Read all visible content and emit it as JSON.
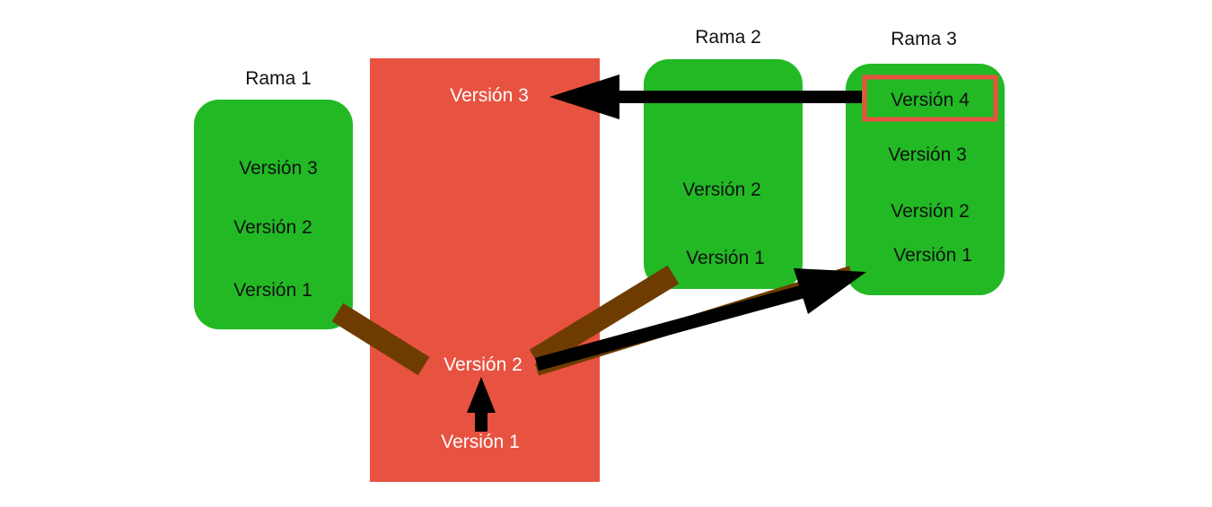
{
  "colors": {
    "trunk": "#e85240",
    "branch": "#22b925",
    "connector": "#6e3c00",
    "arrow": "#000000",
    "highlight": "#e85240",
    "trunk_text": "#ffffff",
    "branch_text": "#111111"
  },
  "trunk": {
    "versions": [
      "Versión 1",
      "Versión 2",
      "Versión 3"
    ]
  },
  "branches": [
    {
      "title": "Rama 1",
      "versions": [
        "Versión 3",
        "Versión 2",
        "Versión 1"
      ]
    },
    {
      "title": "Rama 2",
      "versions": [
        "Versión 2",
        "Versión 1"
      ]
    },
    {
      "title": "Rama 3",
      "versions": [
        "Versión 4",
        "Versión 3",
        "Versión 2",
        "Versión 1"
      ]
    }
  ]
}
